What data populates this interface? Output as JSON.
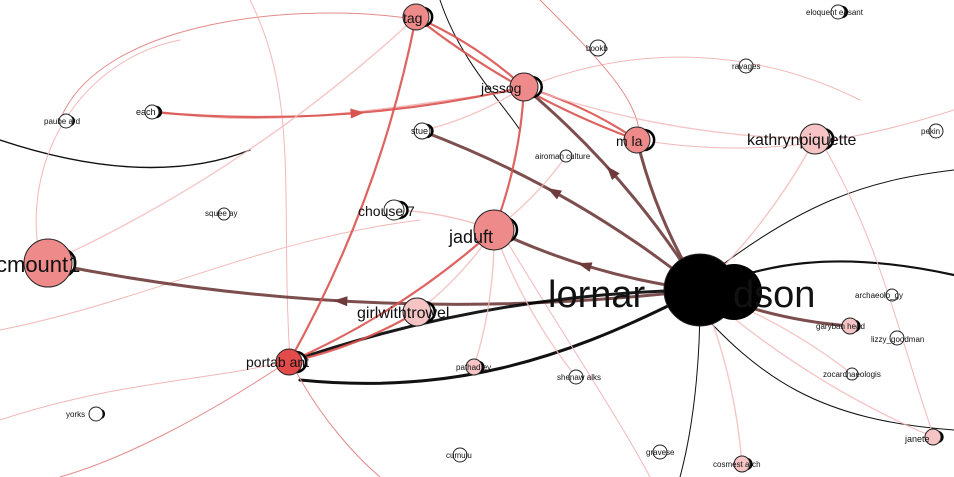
{
  "graph": {
    "colors": {
      "hub": "#000000",
      "node_red": "#e34a4a",
      "node_mid": "#ee8a8a",
      "node_light": "#f6c4c4",
      "node_white": "#ffffff",
      "edge_dark": "#6e3b3b",
      "edge_red": "#d9534f",
      "edge_pink": "#f2b8b8",
      "edge_black": "#000000"
    },
    "nodes": [
      {
        "id": "lornar",
        "label": "lornar",
        "tone": "hub"
      },
      {
        "id": "dson",
        "label": "dson",
        "tone": "hub"
      },
      {
        "id": "cmount",
        "label": "cmount1",
        "tone": "mid"
      },
      {
        "id": "jaduft",
        "label": "jaduft",
        "tone": "mid"
      },
      {
        "id": "jessog",
        "label": "jessog",
        "tone": "mid"
      },
      {
        "id": "tag",
        "label": "tag",
        "tone": "mid"
      },
      {
        "id": "mla",
        "label": "m la",
        "tone": "mid"
      },
      {
        "id": "kathryn",
        "label": "kathrynpiquette",
        "tone": "light"
      },
      {
        "id": "girl",
        "label": "girlwithtrowel",
        "tone": "light"
      },
      {
        "id": "portab",
        "label": "portab ant",
        "tone": "red"
      },
      {
        "id": "chouse",
        "label": "chouse 7",
        "tone": "white"
      },
      {
        "id": "each",
        "label": "each",
        "tone": "white"
      },
      {
        "id": "paube",
        "label": "paube ard",
        "tone": "white"
      },
      {
        "id": "squee",
        "label": "squee ay",
        "tone": "white"
      },
      {
        "id": "stue",
        "label": "stue",
        "tone": "white"
      },
      {
        "id": "bookb",
        "label": "bookb",
        "tone": "white"
      },
      {
        "id": "ravages",
        "label": "ravages",
        "tone": "white"
      },
      {
        "id": "eloquent",
        "label": "eloquent easant",
        "tone": "white"
      },
      {
        "id": "pekin",
        "label": "pekin",
        "tone": "white"
      },
      {
        "id": "airoman",
        "label": "airoman culture",
        "tone": "white"
      },
      {
        "id": "archaeo",
        "label": "archaeolo_gy",
        "tone": "white"
      },
      {
        "id": "garyban",
        "label": "garyban head",
        "tone": "light"
      },
      {
        "id": "lizzy",
        "label": "lizzy_goodman",
        "tone": "white"
      },
      {
        "id": "zocar",
        "label": "zocarchaeologis",
        "tone": "white"
      },
      {
        "id": "pathad",
        "label": "pathad ey",
        "tone": "light"
      },
      {
        "id": "shenaw",
        "label": "shenaw alks",
        "tone": "white"
      },
      {
        "id": "yorks",
        "label": "yorks",
        "tone": "white"
      },
      {
        "id": "cumulu",
        "label": "cumulu",
        "tone": "white"
      },
      {
        "id": "gravese",
        "label": "gravese",
        "tone": "white"
      },
      {
        "id": "cosmest",
        "label": "cosmest arch",
        "tone": "light"
      },
      {
        "id": "janete",
        "label": "janete",
        "tone": "light"
      }
    ],
    "edges": [
      {
        "from": "lornar",
        "to": "cmount",
        "weight": "dark",
        "arrow": true
      },
      {
        "from": "lornar",
        "to": "jessog",
        "weight": "dark",
        "arrow": true
      },
      {
        "from": "lornar",
        "to": "mla",
        "weight": "dark",
        "arrow": false
      },
      {
        "from": "lornar",
        "to": "garyban",
        "weight": "dark",
        "arrow": false
      },
      {
        "from": "lornar",
        "to": "jaduft",
        "weight": "dark",
        "arrow": true
      },
      {
        "from": "lornar",
        "to": "stue",
        "weight": "dark",
        "arrow": true
      },
      {
        "from": "portab",
        "to": "lornar",
        "weight": "black",
        "arrow": false
      },
      {
        "from": "jaduft",
        "to": "jessog",
        "weight": "red",
        "arrow": false
      },
      {
        "from": "tag",
        "to": "jessog",
        "weight": "red",
        "arrow": false
      },
      {
        "from": "tag",
        "to": "mla",
        "weight": "red",
        "arrow": false
      },
      {
        "from": "jessog",
        "to": "mla",
        "weight": "red",
        "arrow": false
      },
      {
        "from": "each",
        "to": "jessog",
        "weight": "red",
        "arrow": true
      },
      {
        "from": "jaduft",
        "to": "portab",
        "weight": "red",
        "arrow": false
      },
      {
        "from": "portab",
        "to": "girl",
        "weight": "red",
        "arrow": false
      },
      {
        "from": "tag",
        "to": "portab",
        "weight": "red",
        "arrow": false
      },
      {
        "from": "cmount",
        "to": "tag",
        "weight": "pink",
        "arrow": false
      },
      {
        "from": "kathryn",
        "to": "jessog",
        "weight": "pink",
        "arrow": false
      },
      {
        "from": "girl",
        "to": "jaduft",
        "weight": "pink",
        "arrow": false
      },
      {
        "from": "chouse",
        "to": "jaduft",
        "weight": "pink",
        "arrow": false
      },
      {
        "from": "pathad",
        "to": "jaduft",
        "weight": "pink",
        "arrow": false
      },
      {
        "from": "shenaw",
        "to": "jaduft",
        "weight": "pink",
        "arrow": false
      },
      {
        "from": "cosmest",
        "to": "lornar",
        "weight": "pink",
        "arrow": false
      },
      {
        "from": "janete",
        "to": "lornar",
        "weight": "pink",
        "arrow": false
      },
      {
        "from": "zocar",
        "to": "lornar",
        "weight": "pink",
        "arrow": false
      },
      {
        "from": "airoman",
        "to": "jaduft",
        "weight": "pink",
        "arrow": false
      },
      {
        "from": "stue",
        "to": "jessog",
        "weight": "pink",
        "arrow": false
      },
      {
        "from": "kathryn",
        "to": "lornar",
        "weight": "pink",
        "arrow": false
      }
    ]
  }
}
